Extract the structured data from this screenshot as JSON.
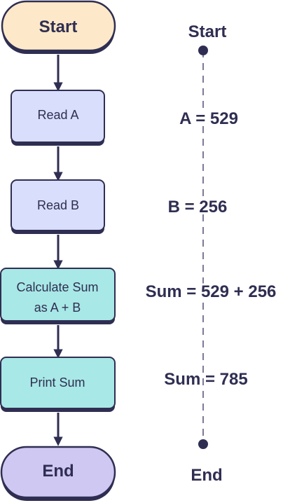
{
  "colors": {
    "outline": "#2f2e52",
    "start_fill": "#fde9c9",
    "read_fill": "#d8defc",
    "process_fill": "#a8e8e6",
    "end_fill": "#cfc8f3",
    "trace_line": "#6d6b8a"
  },
  "flowchart": {
    "start": "Start",
    "read_a": "Read A",
    "read_b": "Read B",
    "calculate_line1": "Calculate Sum",
    "calculate_line2": "as A + B",
    "print": "Print Sum",
    "end": "End"
  },
  "trace": {
    "start": "Start",
    "a_value": "A = 529",
    "b_value": "B = 256",
    "sum_expression": "Sum = 529 + 256",
    "sum_result": "Sum = 785",
    "end": "End"
  }
}
